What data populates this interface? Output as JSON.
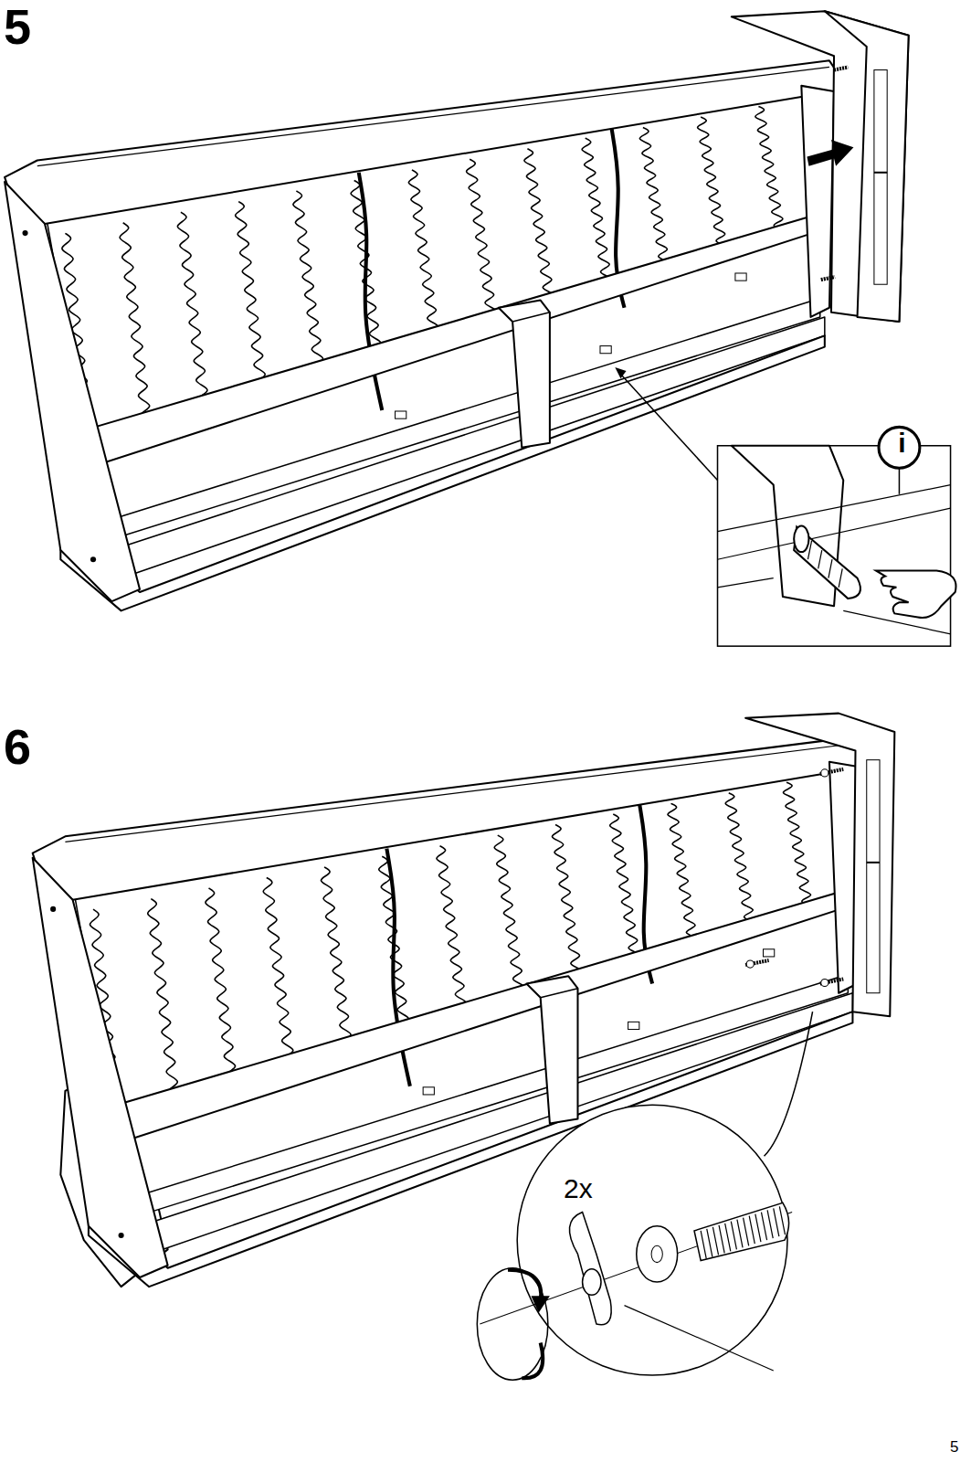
{
  "diagram": {
    "labels": [
      "5",
      "i",
      "6",
      "2x",
      "5"
    ]
  }
}
